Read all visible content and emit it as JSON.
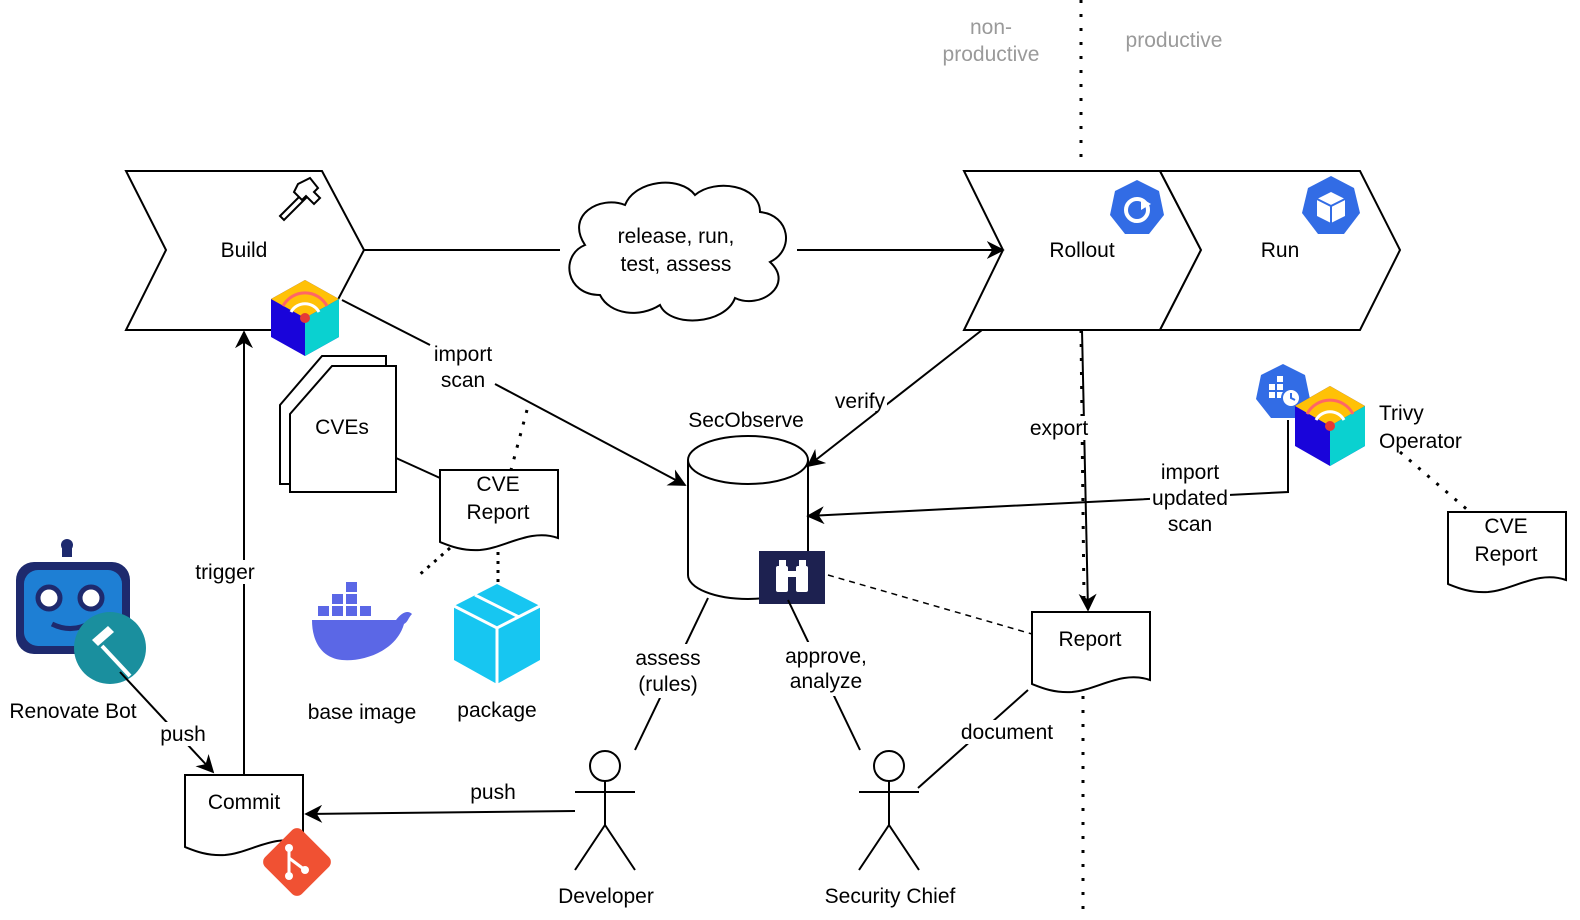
{
  "zones": {
    "non_productive": [
      "non-",
      "productive"
    ],
    "productive": "productive"
  },
  "stages": {
    "build": "Build",
    "rollout": "Rollout",
    "run": "Run"
  },
  "cloud": [
    "release, run,",
    "test, assess"
  ],
  "secobserve": "SecObserve",
  "cves": "CVEs",
  "cve_report": [
    "CVE",
    "Report"
  ],
  "base_image": "base image",
  "package": "package",
  "renovate_bot": "Renovate Bot",
  "commit": "Commit",
  "report": "Report",
  "trivy_operator": [
    "Trivy",
    "Operator"
  ],
  "actors": {
    "developer": "Developer",
    "security_chief": "Security Chief"
  },
  "edges": {
    "import_scan": [
      "import",
      "scan"
    ],
    "verify": "verify",
    "export": "export",
    "import_updated_scan": [
      "import",
      "updated",
      "scan"
    ],
    "trigger": "trigger",
    "push_bot": "push",
    "push_dev": "push",
    "assess_rules": [
      "assess",
      "(rules)"
    ],
    "approve_analyze": [
      "approve,",
      "analyze"
    ],
    "document": "document"
  },
  "icons": {
    "hammer": "hammer-icon",
    "trivy": "trivy-icon",
    "rollout": "rollout-icon",
    "run": "cube-icon",
    "docker": "docker-icon",
    "package": "package-icon",
    "git": "git-icon",
    "robot": "robot-icon",
    "binoculars": "binoculars-icon",
    "cronjob": "cronjob-icon"
  },
  "colors": {
    "k8s_blue": "#326ce5",
    "docker_blue": "#5b67e6",
    "package_cyan": "#17c6f1",
    "git_red": "#f05133",
    "navy": "#1d2150",
    "robot_blue": "#1e7fd4",
    "zone_grey": "#9a9a9a"
  }
}
